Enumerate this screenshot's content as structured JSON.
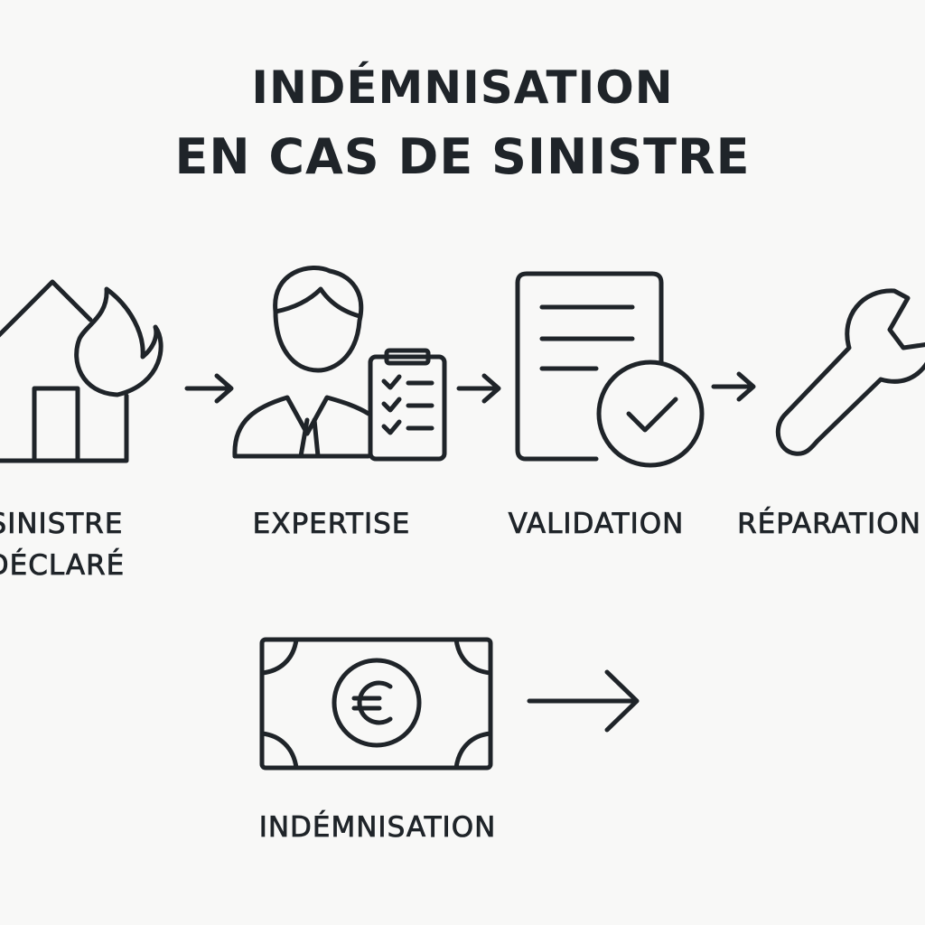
{
  "title": {
    "line1": "INDÉMNISATION",
    "line2": "EN CAS DE SINISTRE"
  },
  "steps": [
    {
      "label_line1": "SINISTRE",
      "label_line2": "DÉCLARÉ",
      "icon": "house-fire-icon"
    },
    {
      "label": "EXPERTISE",
      "icon": "expert-clipboard-icon"
    },
    {
      "label": "VALIDATION",
      "icon": "document-check-icon"
    },
    {
      "label": "RÉPARATION",
      "icon": "wrench-icon"
    },
    {
      "label": "INDÉMNISATION",
      "icon": "euro-banknote-icon"
    }
  ],
  "colors": {
    "stroke": "#1f2429",
    "background": "#f8f8f7"
  }
}
